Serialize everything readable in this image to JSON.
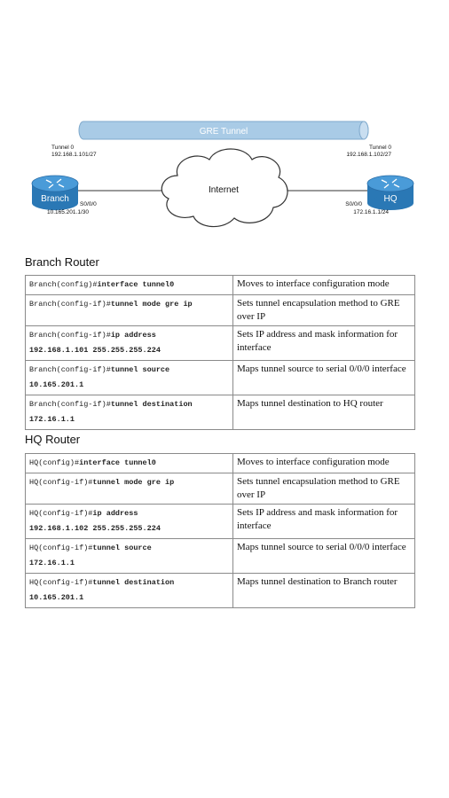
{
  "diagram": {
    "tunnel_label": "GRE Tunnel",
    "cloud_label": "Internet",
    "branch": {
      "router_label": "Branch",
      "tunnel_if": "Tunnel 0",
      "tunnel_ip": "192.168.1.101/27",
      "serial_if": "S0/0/0",
      "serial_ip": "10.165.201.1/30"
    },
    "hq": {
      "router_label": "HQ",
      "tunnel_if": "Tunnel 0",
      "tunnel_ip": "192.168.1.102/27",
      "serial_if": "S0/0/0",
      "serial_ip": "172.16.1.1/24"
    },
    "colors": {
      "tunnel": "#a9cbe6",
      "router": "#2f86c9",
      "cloud_stroke": "#333333"
    }
  },
  "branch_section": {
    "title": "Branch Router",
    "rows": [
      {
        "prompt": "Branch(config)#",
        "cmd": "interface tunnel0",
        "cmd2": "",
        "desc": "Moves to interface configuration mode"
      },
      {
        "prompt": "Branch(config-if)#",
        "cmd": "tunnel mode gre ip",
        "cmd2": "",
        "desc": "Sets tunnel encapsulation method to GRE over IP"
      },
      {
        "prompt": "Branch(config-if)#",
        "cmd": "ip address",
        "cmd2": "192.168.1.101 255.255.255.224",
        "desc": "Sets IP address and mask information for interface"
      },
      {
        "prompt": "Branch(config-if)#",
        "cmd": "tunnel source",
        "cmd2": "10.165.201.1",
        "desc": "Maps tunnel source to serial 0/0/0 interface"
      },
      {
        "prompt": "Branch(config-if)#",
        "cmd": "tunnel destination",
        "cmd2": "172.16.1.1",
        "desc": "Maps tunnel destination to HQ router"
      }
    ]
  },
  "hq_section": {
    "title": "HQ Router",
    "rows": [
      {
        "prompt": "HQ(config)#",
        "cmd": "interface tunnel0",
        "cmd2": "",
        "desc": "Moves to interface configuration mode"
      },
      {
        "prompt": "HQ(config-if)#",
        "cmd": "tunnel mode gre ip",
        "cmd2": "",
        "desc": "Sets tunnel encapsulation method to GRE over IP"
      },
      {
        "prompt": "HQ(config-if)#",
        "cmd": "ip address",
        "cmd2": "192.168.1.102 255.255.255.224",
        "desc": "Sets IP address and mask information for interface"
      },
      {
        "prompt": "HQ(config-if)#",
        "cmd": "tunnel source",
        "cmd2": "172.16.1.1",
        "desc": "Maps tunnel source to serial 0/0/0 interface"
      },
      {
        "prompt": "HQ(config-if)#",
        "cmd": "tunnel destination",
        "cmd2": "10.165.201.1",
        "desc": "Maps tunnel destination to Branch router"
      }
    ]
  }
}
